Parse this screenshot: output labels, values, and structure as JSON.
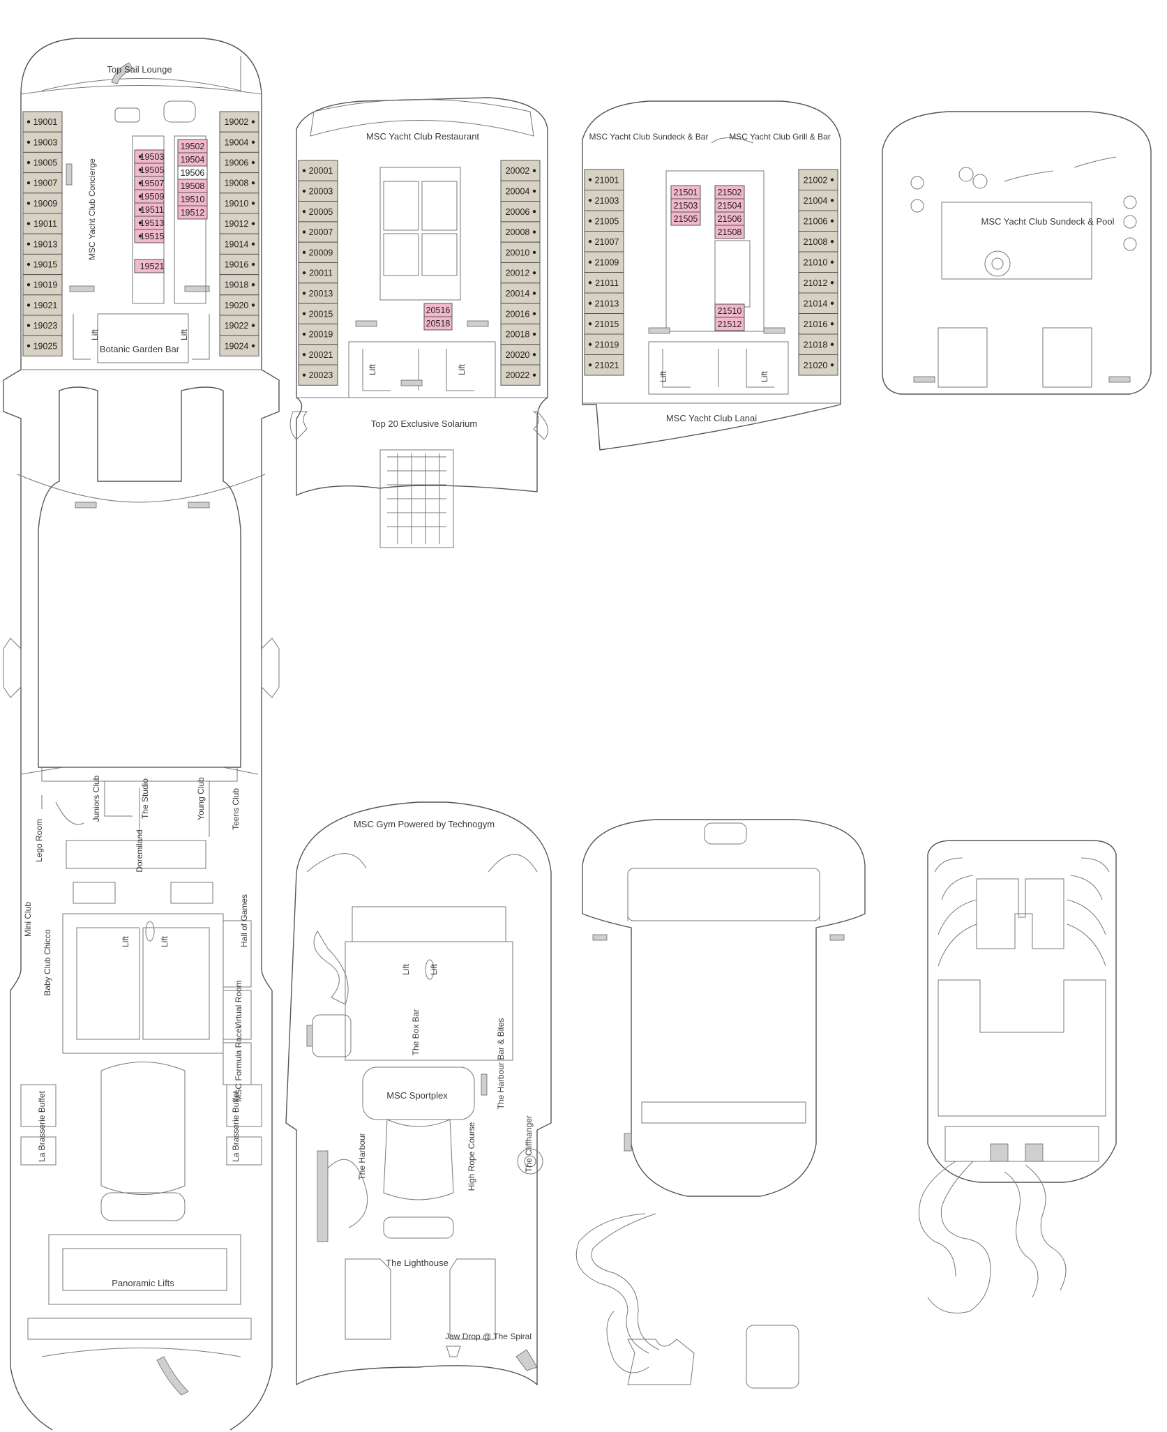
{
  "colors": {
    "cabin": "#d7d2c4",
    "suite": "#f2b8cc",
    "line": "#555555"
  },
  "deck19": {
    "areas": {
      "top_sail_lounge": "Top Sail Lounge",
      "concierge": "MSC Yacht Club Concierge",
      "botanic": "Botanic Garden Bar",
      "lift_left": "Lift",
      "lift_right": "Lift"
    },
    "cabins_left": [
      "19001",
      "19003",
      "19005",
      "19007",
      "19009",
      "19011",
      "19013",
      "19015",
      "19019",
      "19021",
      "19023",
      "19025"
    ],
    "cabins_right": [
      "19002",
      "19004",
      "19006",
      "19008",
      "19010",
      "19012",
      "19014",
      "19016",
      "19018",
      "19020",
      "19022",
      "19024"
    ],
    "suites_left": [
      "19503",
      "19505",
      "19507",
      "19509",
      "19511",
      "19513",
      "19515",
      "19521"
    ],
    "suites_right": [
      "19502",
      "19504",
      "19506",
      "19508",
      "19510",
      "19512"
    ]
  },
  "deck20": {
    "areas": {
      "restaurant": "MSC Yacht Club Restaurant",
      "solarium": "Top 20 Exclusive Solarium",
      "lift_left": "Lift",
      "lift_right": "Lift"
    },
    "cabins_left": [
      "20001",
      "20003",
      "20005",
      "20007",
      "20009",
      "20011",
      "20013",
      "20015",
      "20019",
      "20021",
      "20023"
    ],
    "cabins_right": [
      "20002",
      "20004",
      "20006",
      "20008",
      "20010",
      "20012",
      "20014",
      "20016",
      "20018",
      "20020",
      "20022"
    ],
    "suites": [
      "20516",
      "20518"
    ]
  },
  "deck21": {
    "areas": {
      "sundeck_bar": "MSC Yacht Club Sundeck & Bar",
      "grill_bar": "MSC Yacht Club Grill & Bar",
      "lanai": "MSC Yacht Club Lanai",
      "lift_left": "Lift",
      "lift_right": "Lift"
    },
    "cabins_left": [
      "21001",
      "21003",
      "21005",
      "21007",
      "21009",
      "21011",
      "21013",
      "21015",
      "21019",
      "21021"
    ],
    "cabins_right": [
      "21002",
      "21004",
      "21006",
      "21008",
      "21010",
      "21012",
      "21014",
      "21016",
      "21018",
      "21020"
    ],
    "suites_left": [
      "21501",
      "21503",
      "21505"
    ],
    "suites_right": [
      "21502",
      "21504",
      "21506",
      "21508"
    ],
    "suites_lower": [
      "21510",
      "21512"
    ]
  },
  "deck22": {
    "areas": {
      "sundeck_pool": "MSC Yacht Club Sundeck & Pool"
    }
  },
  "deck_aft": {
    "areas": {
      "juniors": "Juniors Club",
      "studio": "The Studio",
      "young": "Young Club",
      "teens": "Teens Club",
      "lego": "Lego Room",
      "doremiland": "Doremiland",
      "mini": "Mini Club",
      "hall_games": "Hall of Games",
      "baby": "Baby Club Chicco",
      "lift_left": "Lift",
      "lift_right": "Lift",
      "virtual": "Virtual Room",
      "formula": "MSC Formula Racer",
      "buffet_left": "La Brasserie Buffet",
      "buffet_right": "La Brasserie Buffet",
      "panoramic": "Panoramic Lifts"
    }
  },
  "deck_sport": {
    "areas": {
      "gym": "MSC Gym Powered by Technogym",
      "lift_left": "Lift",
      "lift_right": "Lift",
      "box_bar": "The Box Bar",
      "harbour_bar": "The Harbour Bar & Bites",
      "sportplex": "MSC Sportplex",
      "harbour": "The Harbour",
      "high_rope": "High Rope Course",
      "cliffhanger": "The Cliffhanger",
      "lighthouse": "The Lighthouse",
      "jaw_drop": "Jaw Drop @ The Spiral"
    }
  }
}
